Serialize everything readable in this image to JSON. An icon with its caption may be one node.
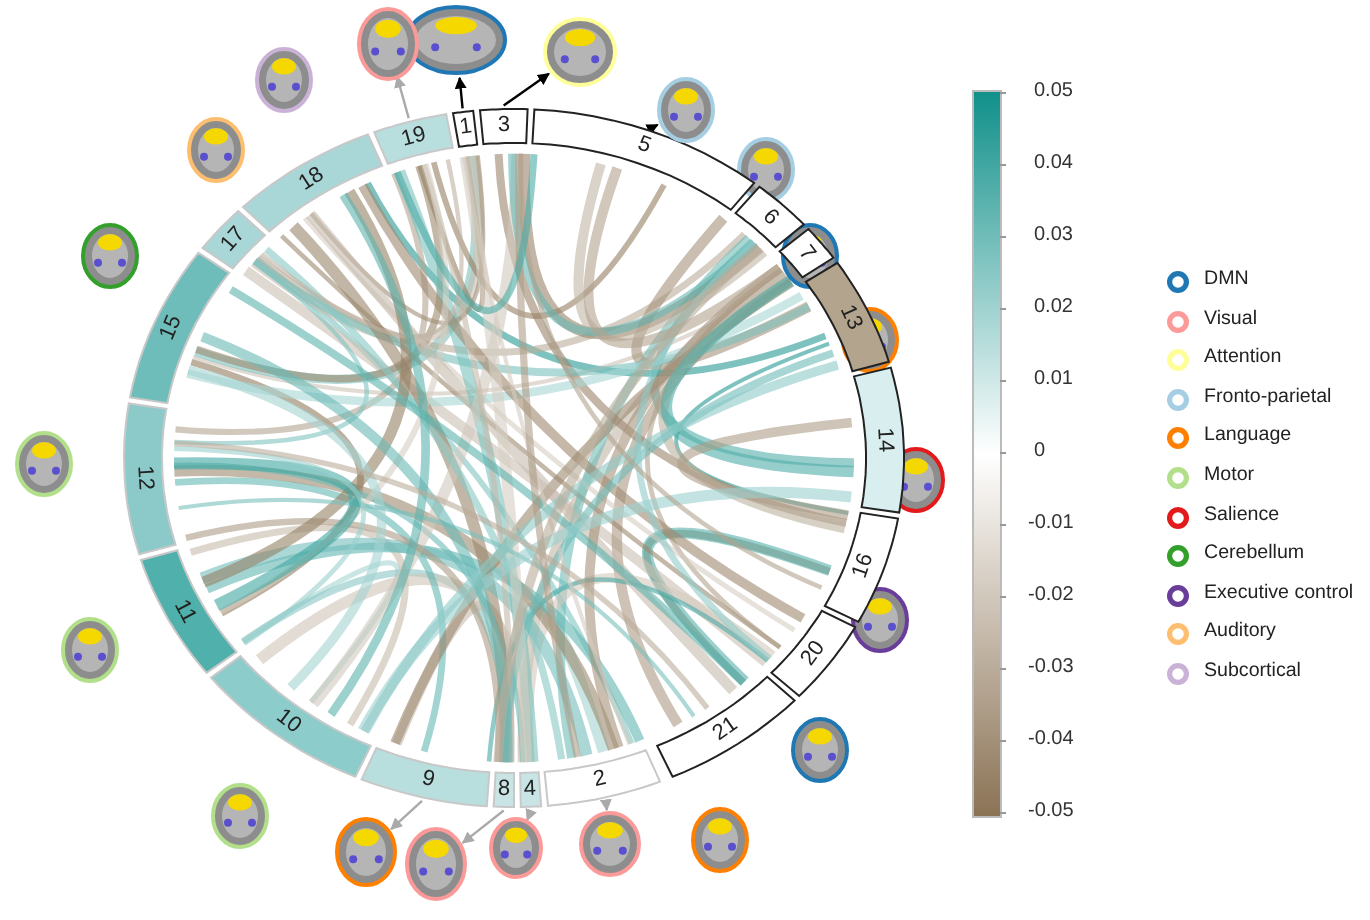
{
  "diagram": {
    "nodes": [
      {
        "text": [
          "1"
        ]
      },
      {
        "text": [
          "3"
        ]
      },
      {
        "text": [
          "5"
        ]
      },
      {
        "text": [
          "6"
        ]
      },
      {
        "text": [
          "7"
        ]
      },
      {
        "text": [
          "13"
        ]
      },
      {
        "text": [
          "14"
        ]
      },
      {
        "text": [
          "16"
        ]
      },
      {
        "text": [
          "20"
        ]
      },
      {
        "text": [
          "21"
        ]
      },
      {
        "text": [
          "2"
        ]
      },
      {
        "text": [
          "4"
        ]
      },
      {
        "text": [
          "8"
        ]
      },
      {
        "text": [
          "9"
        ]
      },
      {
        "text": [
          "10"
        ]
      },
      {
        "text": [
          "11"
        ]
      },
      {
        "text": [
          "12"
        ]
      },
      {
        "text": [
          "15"
        ]
      },
      {
        "text": [
          "17"
        ]
      },
      {
        "text": [
          "18"
        ]
      },
      {
        "text": [
          "19"
        ]
      },
      {
        "text": [],
        "shape": "picture"
      },
      {
        "text": [],
        "shape": "picture"
      },
      {
        "text": [],
        "shape": "picture"
      },
      {
        "text": [],
        "shape": "picture"
      },
      {
        "text": [],
        "shape": "picture"
      },
      {
        "text": [],
        "shape": "picture"
      },
      {
        "text": [],
        "shape": "picture"
      },
      {
        "text": [],
        "shape": "picture"
      }
    ],
    "edges": [
      {
        "from": 0,
        "to": 21,
        "arrow": "to",
        "color": "#000000"
      },
      {
        "from": 1,
        "to": 22,
        "arrow": "to",
        "color": "#000000"
      },
      {
        "from": 2,
        "to": 23,
        "arrow": "to",
        "color": "#000000"
      },
      {
        "from": 10,
        "to": 24,
        "arrow": "to"
      },
      {
        "from": 11,
        "to": 25,
        "arrow": "to"
      },
      {
        "from": 12,
        "to": 26,
        "arrow": "to"
      },
      {
        "from": 13,
        "to": 27,
        "arrow": "to"
      },
      {
        "from": 20,
        "to": 28,
        "arrow": "to"
      }
    ],
    "labels": [
      "0.05",
      "0.04",
      "0.03",
      "0.02",
      "0.01",
      "0",
      "-0.01",
      "-0.02",
      "-0.03",
      "-0.04",
      "-0.05"
    ],
    "legend": [
      {
        "text": "DMN",
        "color": "#1f78b4"
      },
      {
        "text": "Visual",
        "color": "#fb9a99"
      },
      {
        "text": "Attention",
        "color": "#ffff99"
      },
      {
        "text": "Fronto-parietal",
        "color": "#a6cee3"
      },
      {
        "text": "Language",
        "color": "#ff7f00"
      },
      {
        "text": "Motor",
        "color": "#b2df8a"
      },
      {
        "text": "Salience",
        "color": "#e31a1c"
      },
      {
        "text": "Cerebellum",
        "color": "#33a02c"
      },
      {
        "text": "Executive control",
        "color": "#6a3d9a"
      },
      {
        "text": "Auditory",
        "color": "#fdbf6f"
      },
      {
        "text": "Subcortical",
        "color": "#cab2d6"
      }
    ]
  }
}
